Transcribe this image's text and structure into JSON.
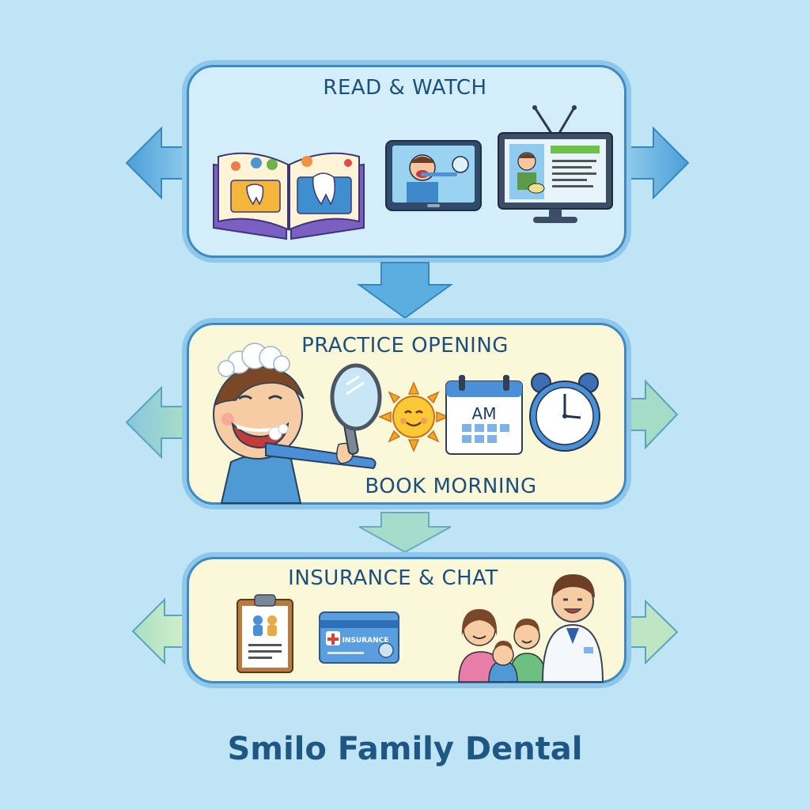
{
  "steps": [
    {
      "title": "READ & WATCH",
      "illustrations": [
        "open-book-icon",
        "tablet-video-icon",
        "tv-monitor-icon"
      ]
    },
    {
      "title": "PRACTICE OPENING",
      "sublabel": "BOOK MORNING",
      "calendar_text": "AM",
      "illustrations": [
        "child-brushing-icon",
        "hand-mirror-icon",
        "sun-icon",
        "calendar-icon",
        "clock-icon"
      ]
    },
    {
      "title": "INSURANCE & CHAT",
      "card_text": "INSURANCE",
      "illustrations": [
        "clipboard-icon",
        "insurance-card-icon",
        "family-icon",
        "dentist-icon"
      ]
    }
  ],
  "brand": "Smilo Family Dental",
  "colors": {
    "background": "#bfe4f6",
    "panel1": "#d3eefa",
    "panel2": "#fbf8d9",
    "panel3": "#fbf8d9",
    "border": "#3f89c4",
    "arrow_blue": "#5aaee0",
    "arrow_green": "#a5dccb",
    "text": "#1c4f7c"
  }
}
